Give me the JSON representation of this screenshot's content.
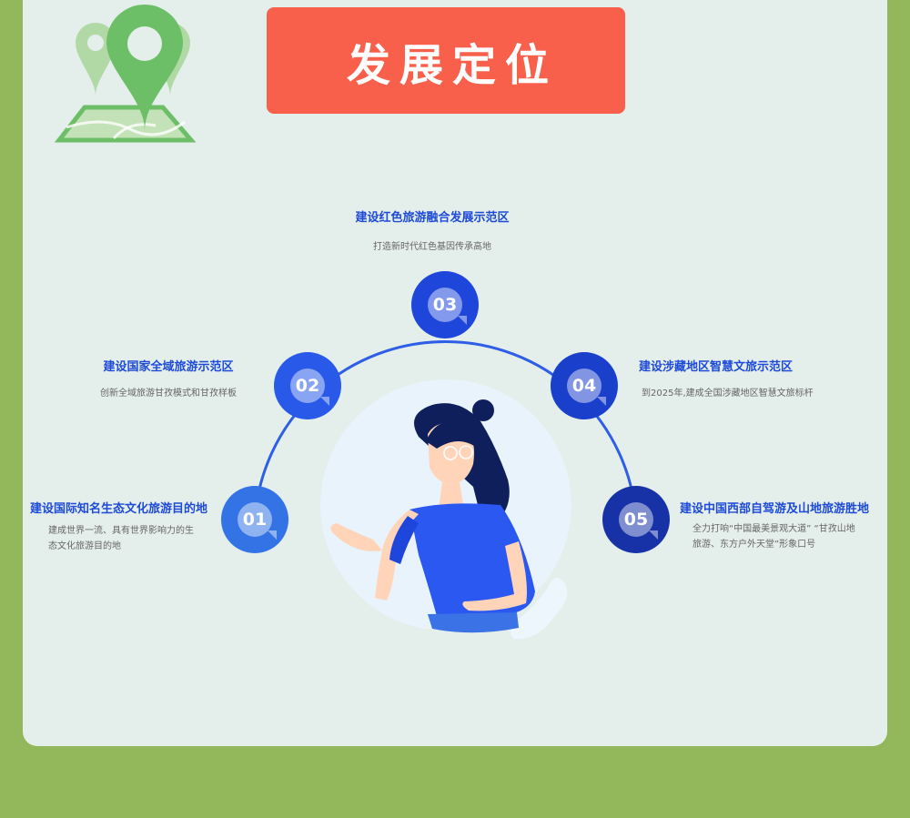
{
  "header": {
    "title": "发展定位",
    "logo_icon": "map-pin-icon"
  },
  "colors": {
    "background_green": "#93b75b",
    "panel": "#e4eeeb",
    "title_box": "#f8604b",
    "accent_blue": "#1e4ad8"
  },
  "positions": [
    {
      "number": "01",
      "title": "建设国际知名生态文化旅游目的地",
      "description": "建成世界一流、具有世界影响力的生态文化旅游目的地"
    },
    {
      "number": "02",
      "title": "建设国家全域旅游示范区",
      "description": "创新全域旅游甘孜模式和甘孜样板"
    },
    {
      "number": "03",
      "title": "建设红色旅游融合发展示范区",
      "description": "打造新时代红色基因传承高地"
    },
    {
      "number": "04",
      "title": "建设涉藏地区智慧文旅示范区",
      "description": "到2025年,建成全国涉藏地区智慧文旅标杆"
    },
    {
      "number": "05",
      "title": "建设中国西部自驾游及山地旅游胜地",
      "description": "全力打响“中国最美景观大道” “甘孜山地旅游、东方户外天堂”形象口号"
    }
  ]
}
